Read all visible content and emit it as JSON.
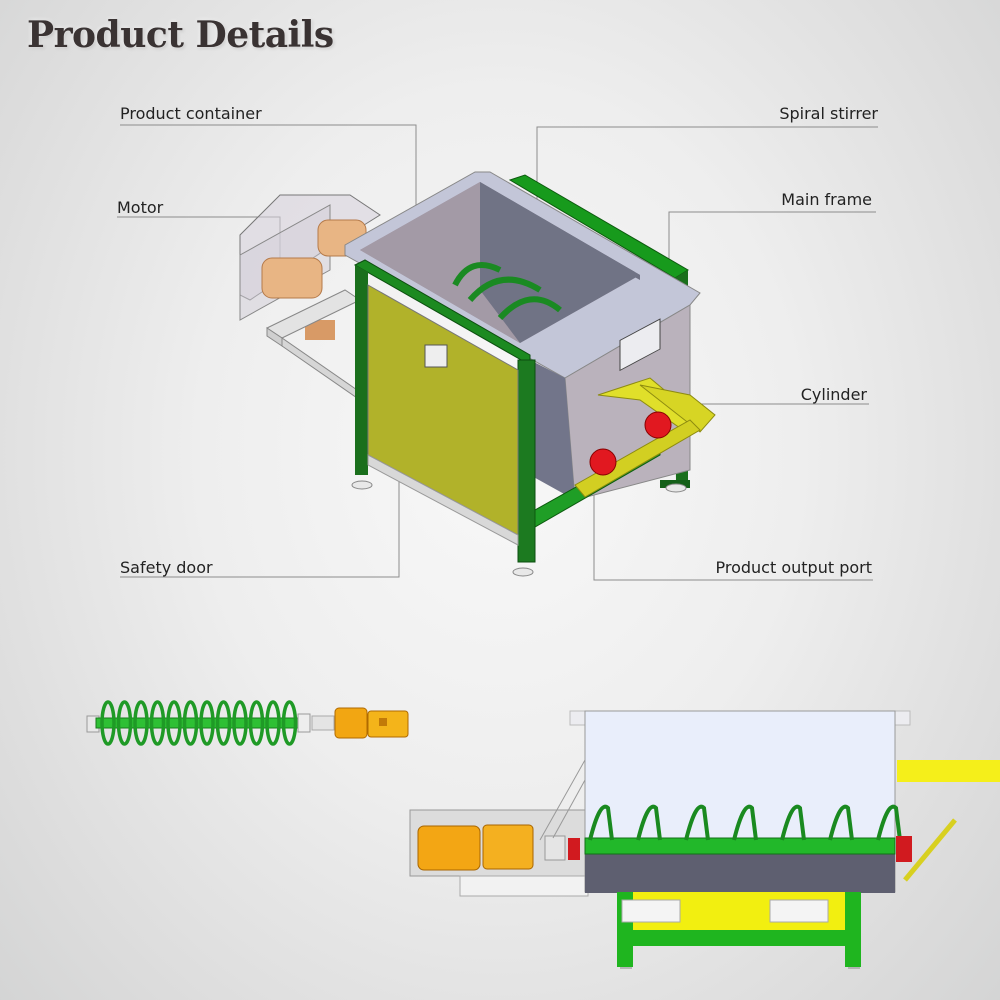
{
  "title": "Product Details",
  "labels": {
    "product_container": "Product container",
    "motor": "Motor",
    "safety_door": "Safety door",
    "spiral_stirrer": "Spiral stirrer",
    "main_frame": "Main frame",
    "cylinder": "Cylinder",
    "product_output_port": "Product output port"
  },
  "colors": {
    "frame_green": "#1f7a1f",
    "stirrer_green": "#22b02a",
    "door_yellow": "#b1b22a",
    "cylinder_yellow": "#e8e61e",
    "motor_orange": "#f0a010",
    "port_red": "#d8141c",
    "container_purple": "#9c8e9e",
    "leader_line": "#8a8a8a"
  }
}
